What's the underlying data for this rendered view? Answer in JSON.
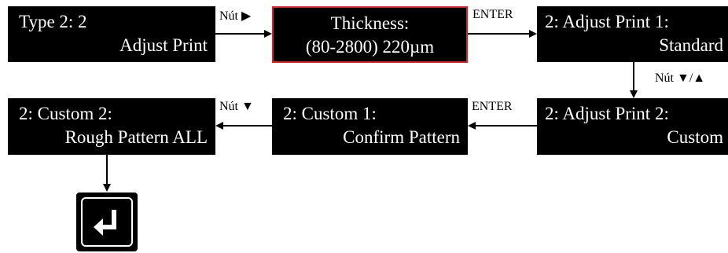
{
  "boxes": {
    "type": {
      "line1": "Type 2: 2",
      "line2": "Adjust Print"
    },
    "thickness": {
      "line1": "Thickness:",
      "line2": "(80-2800)   220µm"
    },
    "adjust1": {
      "line1": "2: Adjust Print 1:",
      "line2": "Standard"
    },
    "adjust2": {
      "line1": "2: Adjust Print 2:",
      "line2": "Custom"
    },
    "custom1": {
      "line1": "2: Custom 1:",
      "line2": "Confirm Pattern"
    },
    "custom2": {
      "line1": "2: Custom 2:",
      "line2": "Rough Pattern ALL"
    }
  },
  "labels": {
    "nut_right": "Nút ▶",
    "enter_top": "ENTER",
    "nut_updown": "Nút ▼/▲",
    "enter_bottom": "ENTER",
    "nut_down": "Nút ▼"
  },
  "icons": {
    "enter_key": "enter-return-icon"
  },
  "colors": {
    "box": "#000000",
    "highlight_border": "#e0201e",
    "text": "#ffffff"
  }
}
